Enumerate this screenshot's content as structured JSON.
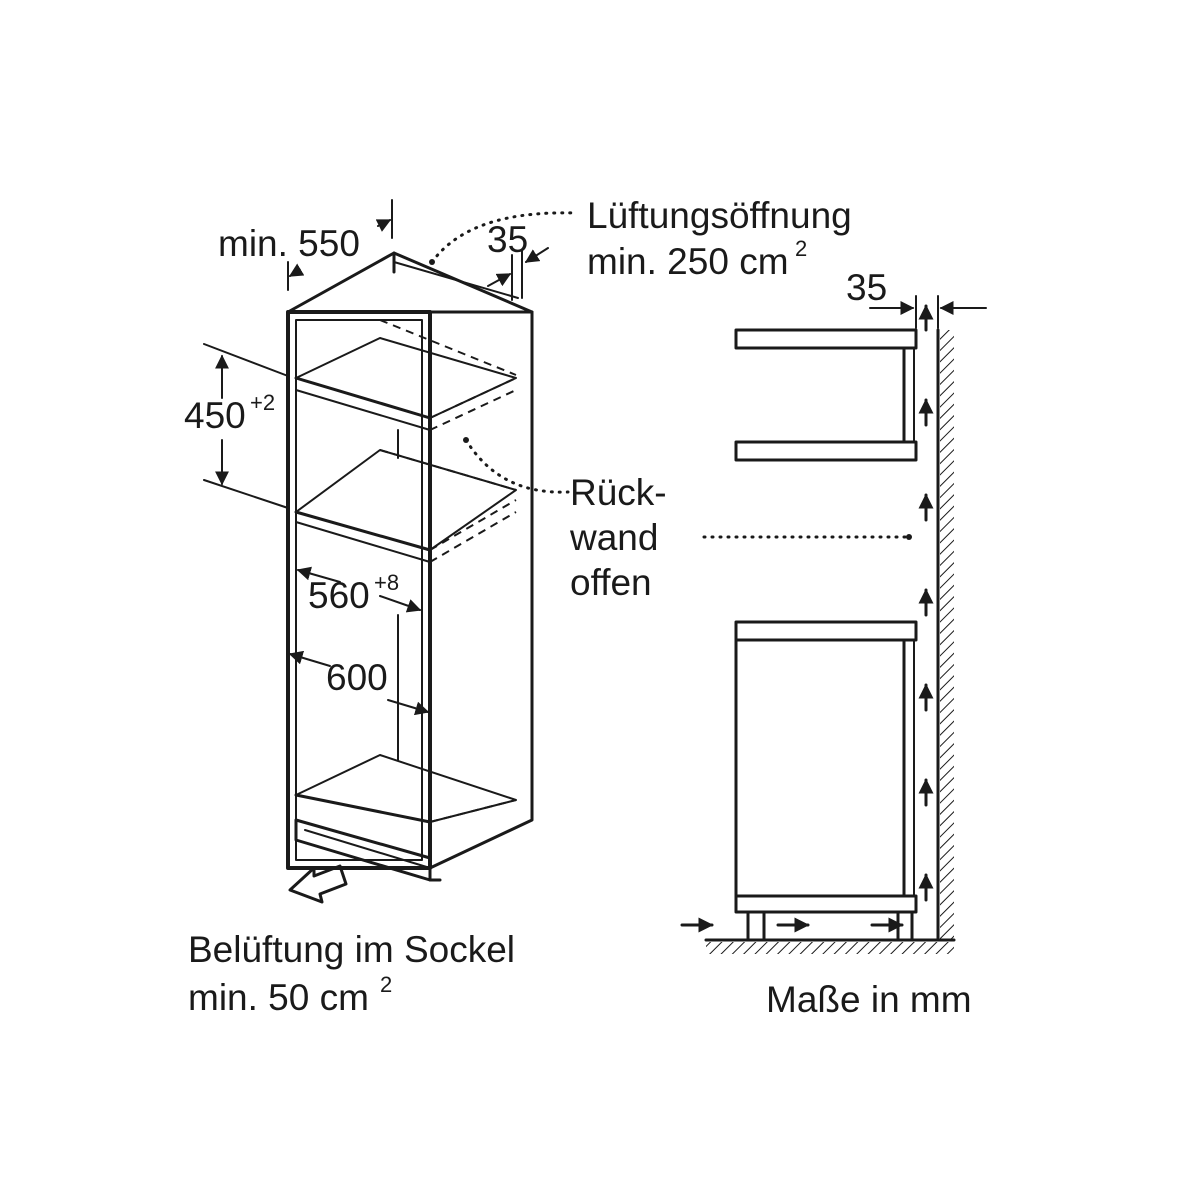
{
  "labels": {
    "depth": "min. 550",
    "gap_top": "35",
    "vent_title": "Lüftungsöffnung",
    "vent_min": "min. 250 cm",
    "vent_sup": "2",
    "height_val": "450",
    "height_sup": "+2",
    "back_1": "Rück-",
    "back_2": "wand",
    "back_3": "offen",
    "inner_width": "560",
    "inner_width_sup": "+8",
    "outer_width": "600",
    "base_1": "Belüftung im Sockel",
    "base_2": "min. 50 cm",
    "base_sup": "2",
    "gap_side": "35",
    "units": "Maße in mm"
  },
  "colors": {
    "ink": "#1a1a1a",
    "background": "#ffffff"
  }
}
